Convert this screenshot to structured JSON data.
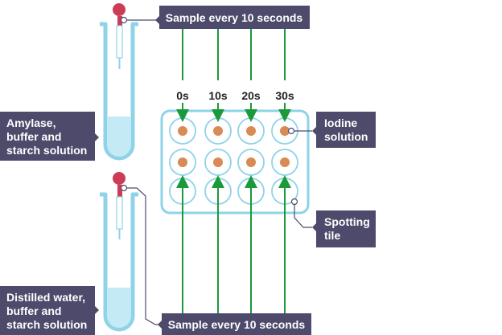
{
  "labels": {
    "sample_top": "Sample every 10 seconds",
    "sample_bottom": "Sample every 10 seconds",
    "tube1": [
      "Amylase,",
      "buffer and",
      "starch solution"
    ],
    "tube2": [
      "Distilled water,",
      "buffer and",
      "starch solution"
    ],
    "iodine": [
      "Iodine",
      "solution"
    ],
    "tile": [
      "Spotting",
      "tile"
    ]
  },
  "times": [
    "0s",
    "10s",
    "20s",
    "30s"
  ],
  "colors": {
    "label_bg": "#4d4a6b",
    "tube": "#8fd3e8",
    "liquid": "#c4ebf5",
    "arrow": "#1a9a3a",
    "dropper_bulb": "#cc3d55",
    "iodine_spot": "#d98a55"
  }
}
